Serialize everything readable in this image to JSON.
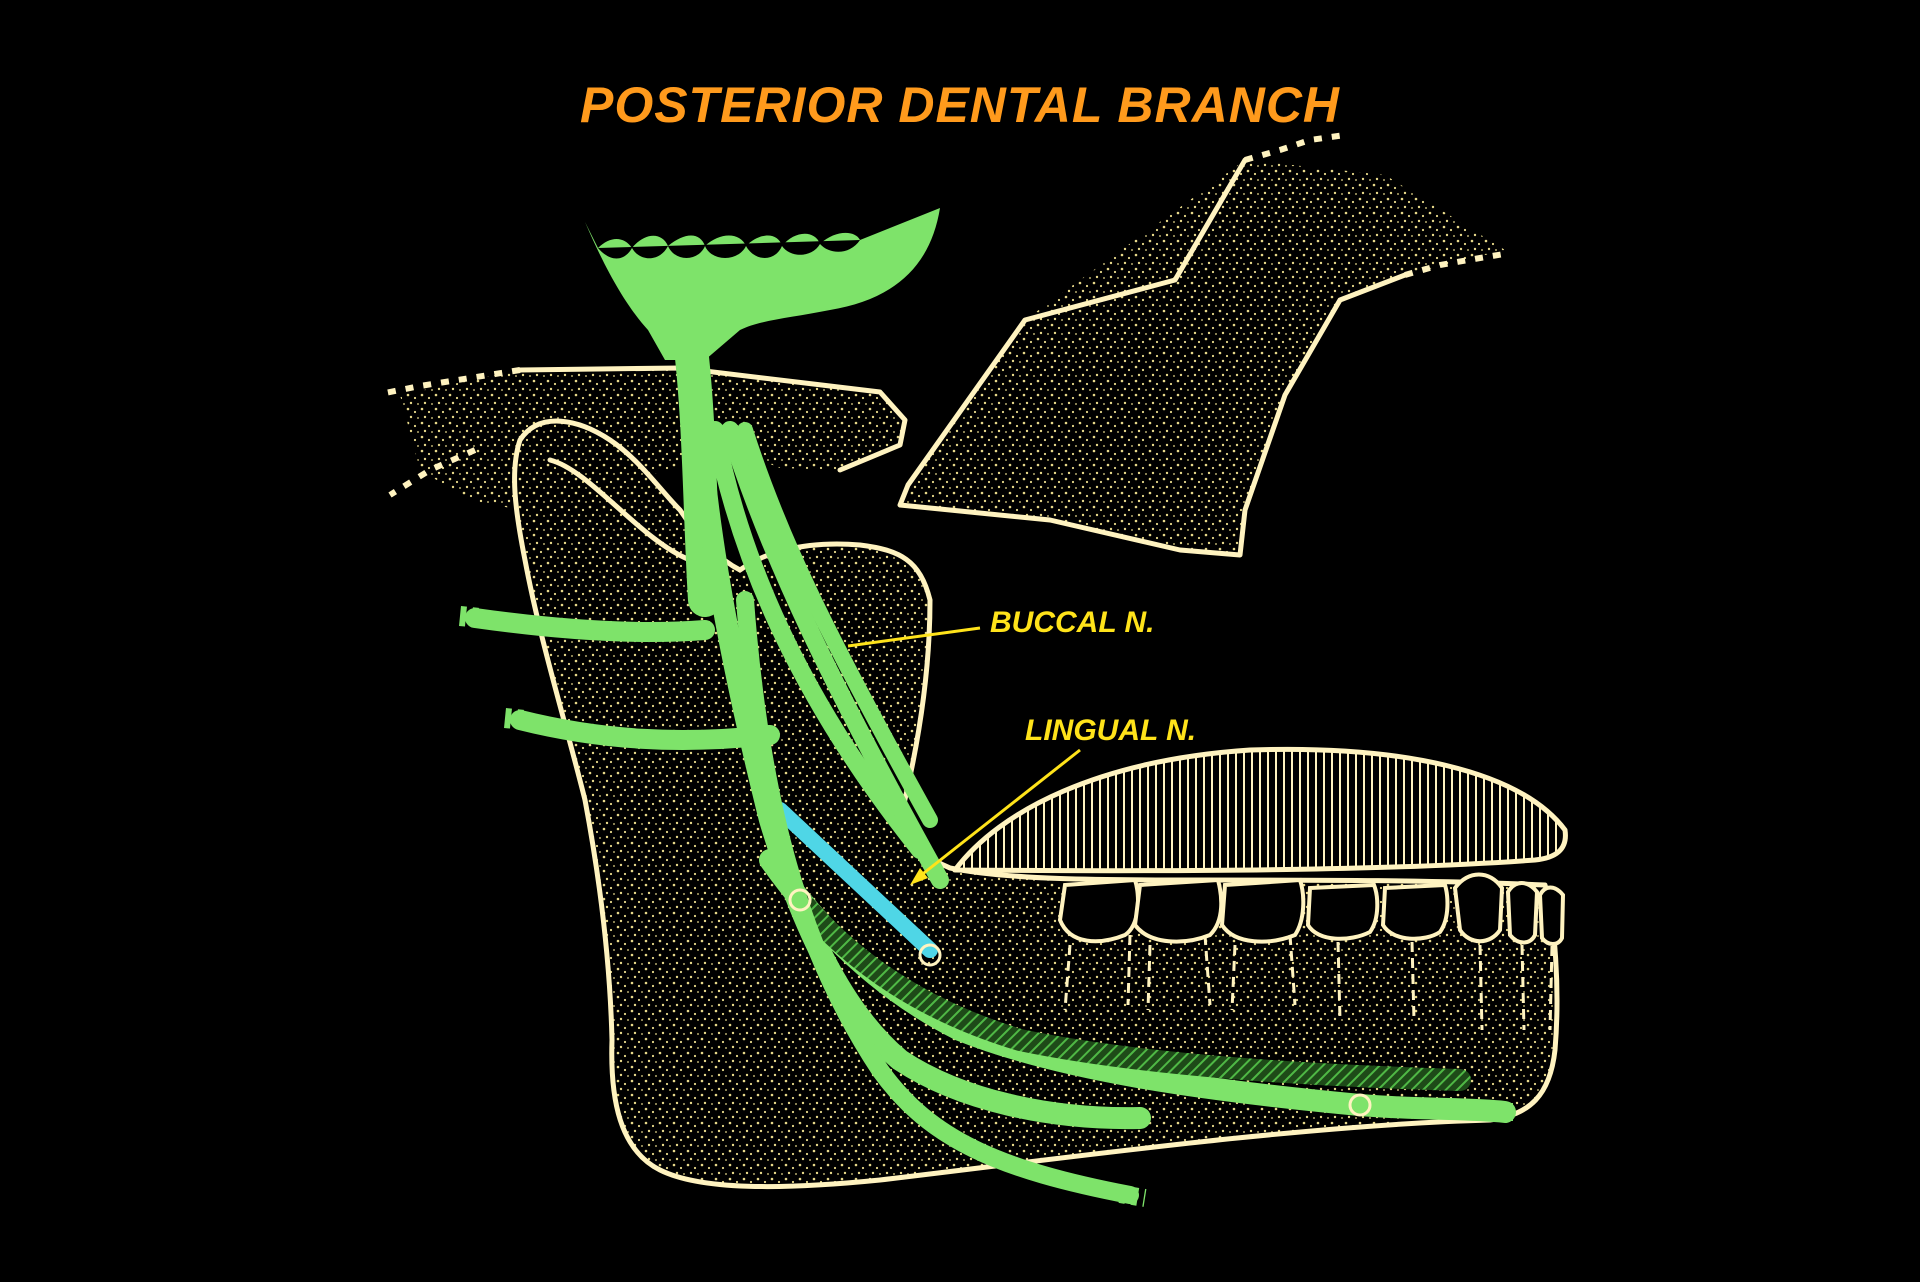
{
  "diagram": {
    "title": "POSTERIOR DENTAL BRANCH",
    "labels": {
      "buccal": "BUCCAL N.",
      "lingual": "LINGUAL N."
    },
    "colors": {
      "background": "#000000",
      "title": "#ff9a1c",
      "label": "#ffe31a",
      "nerve": "#7ee36a",
      "nerve_dark": "#3fa83a",
      "inferior_alveolar_highlight": "#4fd6e6",
      "bone_outline": "#fff3c0",
      "stipple": "#e8d98a"
    }
  }
}
